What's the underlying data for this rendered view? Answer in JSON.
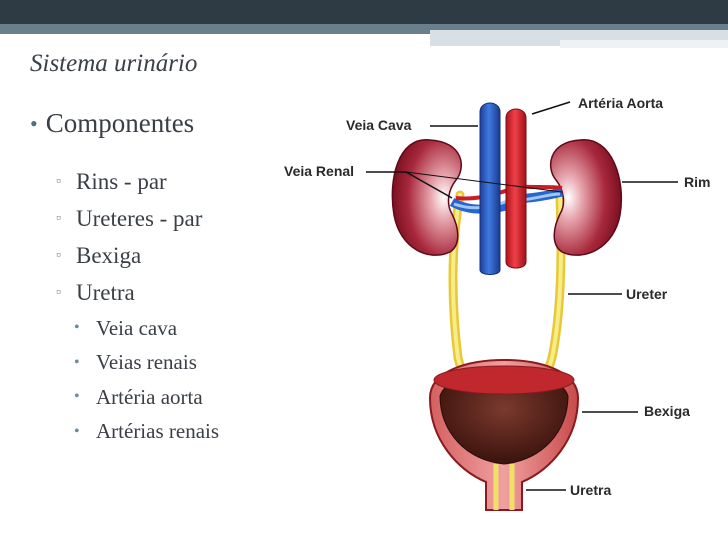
{
  "slide": {
    "title": "Sistema urinário",
    "bullets": {
      "main": "Componentes",
      "sub": [
        "Rins - par",
        "Ureteres - par",
        "Bexiga",
        "Uretra"
      ],
      "subsub": [
        "Veia cava",
        "Veias renais",
        "Artéria aorta",
        "Artérias renais"
      ]
    }
  },
  "diagram": {
    "labels": {
      "arteria_aorta": "Artéria Aorta",
      "veia_cava": "Veia Cava",
      "veia_renal": "Veia Renal",
      "rim": "Rim",
      "ureter": "Ureter",
      "bexiga": "Bexiga",
      "uretra": "Uretra"
    }
  },
  "colors": {
    "kidney": "#9b1b2e",
    "vein": "#1f4fb0",
    "artery": "#d8202a",
    "ureter": "#f2dc4a",
    "bladder": "#c2333a"
  },
  "bullet_icons": {
    "level1": "•",
    "level2": "▫",
    "level3": "•"
  }
}
